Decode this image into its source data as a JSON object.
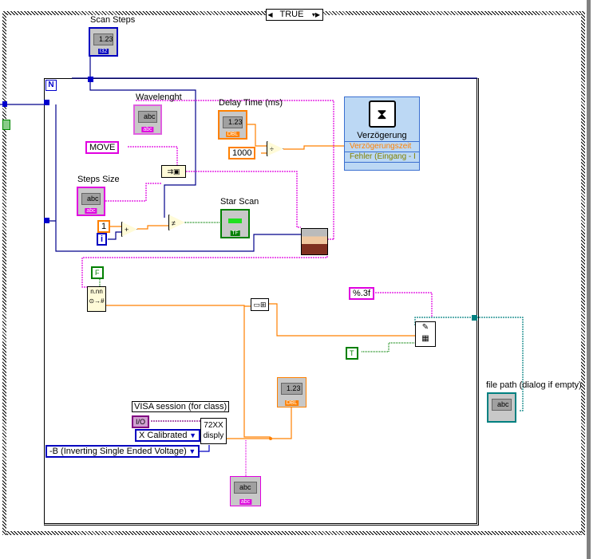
{
  "case_structure": {
    "selector": "TRUE"
  },
  "for_loop": {
    "count_terminal": "N",
    "iteration_terminal": "i"
  },
  "controls": {
    "scan_steps": {
      "label": "Scan Steps",
      "display": "1.23",
      "type": "I32"
    },
    "wavelength": {
      "label": "Wavelenght",
      "display": "abc",
      "type": "abc"
    },
    "steps_size": {
      "label": "Steps Size",
      "display": "abc",
      "type": "abc"
    },
    "delay_time": {
      "label": "Delay Time (ms)",
      "display": "1.23",
      "type": "DBL"
    },
    "star_scan": {
      "label": "Star Scan",
      "type": "TF"
    },
    "numeric_indicator": {
      "display": "1.23",
      "type": "DBL"
    },
    "string_indicator": {
      "display": "abc",
      "type": "abc"
    },
    "file_path": {
      "label": "file path (dialog if empty)",
      "display": "abc"
    }
  },
  "constants": {
    "move": "MOVE",
    "thousand": "1000",
    "one": "1",
    "format": "%.3f",
    "bool_false": "F",
    "bool_true": "T",
    "visa": "I/O"
  },
  "express_vi": {
    "title": "Verzögerung",
    "inputs": [
      "Verzögerungszeit",
      "Fehler (Eingang - I"
    ]
  },
  "subvi": {
    "label": "72XX disply"
  },
  "visa_label": "VISA session (for class)",
  "rings": {
    "channel": "X Calibrated",
    "mode": "-B (Inverting Single Ended Voltage)"
  },
  "operators": {
    "add": "+",
    "divide": "÷",
    "not_equal": "≠"
  },
  "colors": {
    "string": "#e000e0",
    "numeric_dbl": "#ff8000",
    "integer": "#0000c0",
    "boolean": "#008000",
    "path": "#008080"
  }
}
